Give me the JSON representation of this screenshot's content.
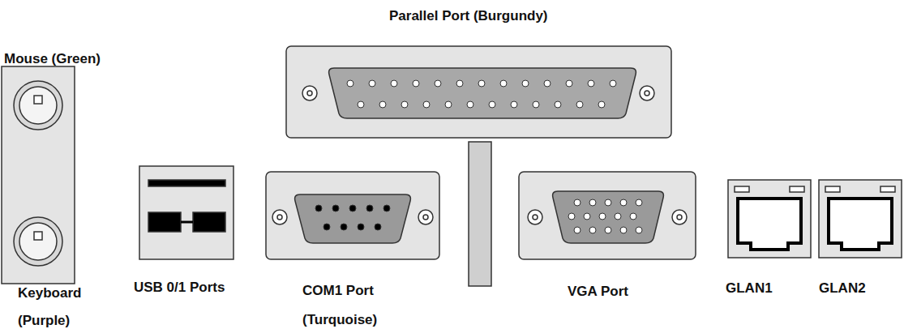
{
  "diagram": {
    "labels": [
      "Parallel Port (Burgundy)",
      "Mouse (Green)",
      "Keyboard (Purple)",
      "USB 0/1 Ports",
      "COM1 Port (Turquoise)",
      "VGA Port",
      "GLAN1",
      "GLAN2"
    ]
  }
}
